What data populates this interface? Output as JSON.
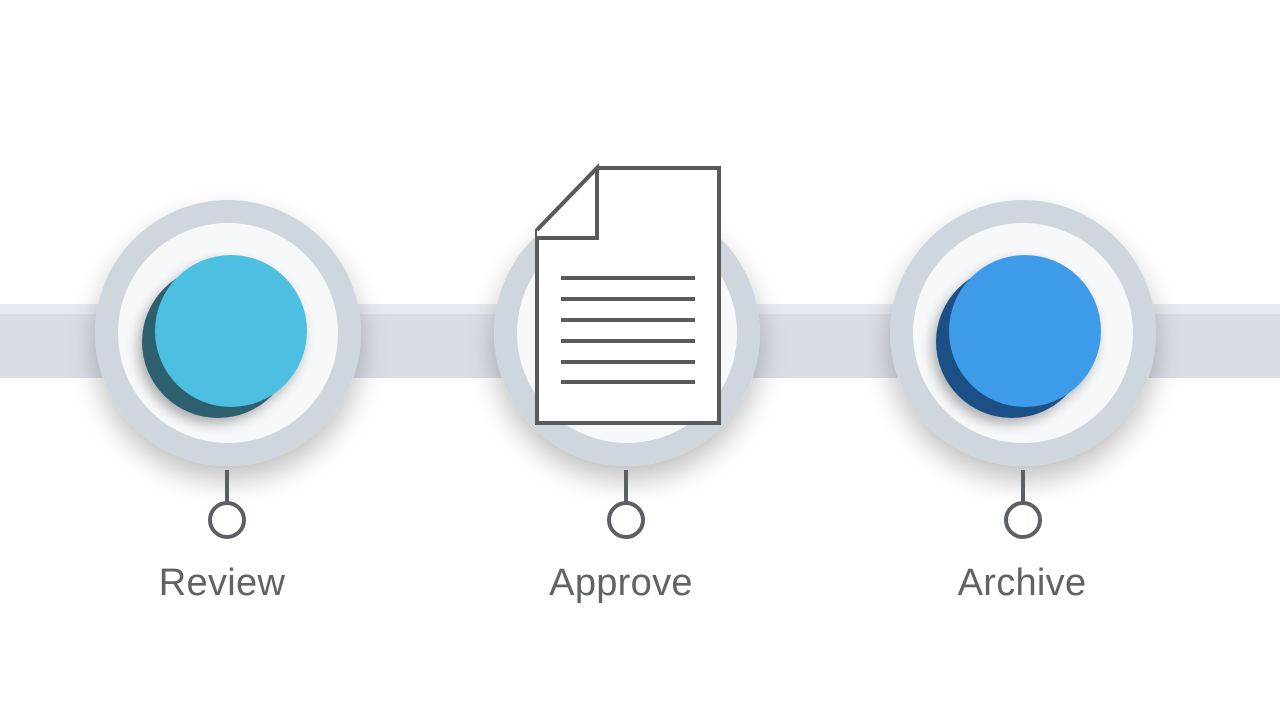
{
  "steps": [
    {
      "label": "Review",
      "icon": "blue-button-circle",
      "color": "#4dbfe0",
      "shade": "#2f5f6e"
    },
    {
      "label": "Approve",
      "icon": "document-icon"
    },
    {
      "label": "Archive",
      "icon": "blue-button-circle",
      "color": "#3d9be9",
      "shade": "#1c4f85"
    }
  ],
  "colors": {
    "track": "#d9dee5",
    "ring": "#cfd6de",
    "inner": "#f7f8fa",
    "connector": "#5c6064",
    "label": "#5f6366",
    "document_stroke": "#5a5a5a"
  }
}
